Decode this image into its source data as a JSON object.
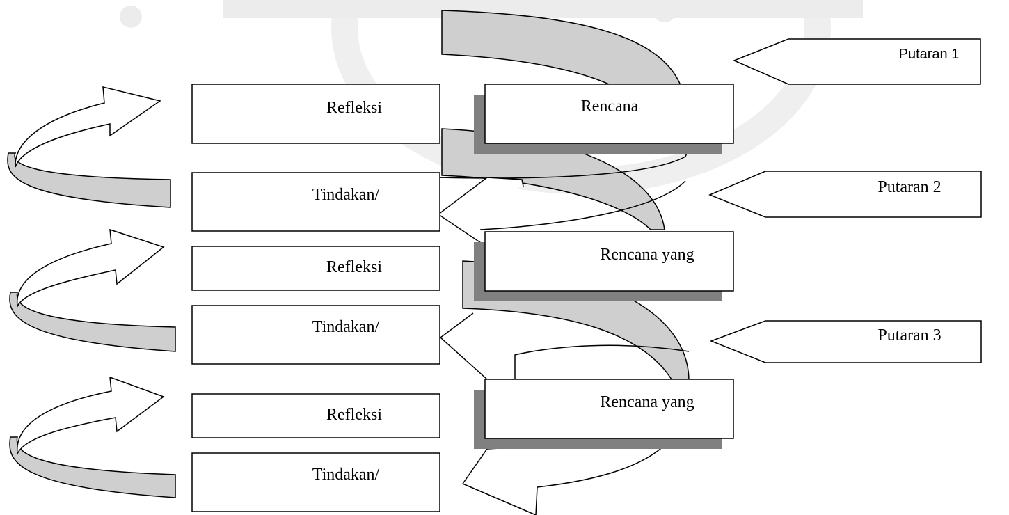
{
  "colors": {
    "arrow_fill": "#cfcfcf",
    "shadow": "#808080",
    "stroke": "#000000",
    "box_fill": "#ffffff",
    "watermark": "#ececec"
  },
  "rounds": [
    {
      "label": "Putaran 1",
      "refleksi": "Refleksi",
      "tindakan": "Tindakan/",
      "rencana": "Rencana"
    },
    {
      "label": "Putaran 2",
      "refleksi": "Refleksi",
      "tindakan": "Tindakan/",
      "rencana": "Rencana yang"
    },
    {
      "label": "Putaran 3",
      "refleksi": "Refleksi",
      "tindakan": "Tindakan/",
      "rencana": "Rencana yang"
    }
  ]
}
